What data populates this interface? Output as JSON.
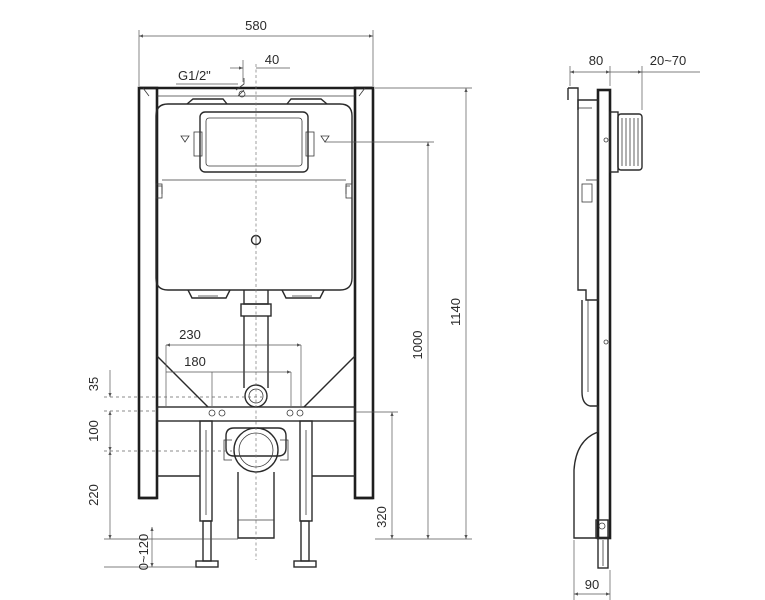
{
  "labels": {
    "width_580": "580",
    "offset_40": "40",
    "thread_g12": "G1/2\"",
    "height_1140": "1140",
    "height_1000": "1000",
    "dim_230": "230",
    "dim_180": "180",
    "dim_35": "35",
    "dim_100": "100",
    "dim_220": "220",
    "dim_320": "320",
    "dim_0_120": "0~120",
    "side_80": "80",
    "side_20_70": "20~70",
    "side_90": "90"
  }
}
